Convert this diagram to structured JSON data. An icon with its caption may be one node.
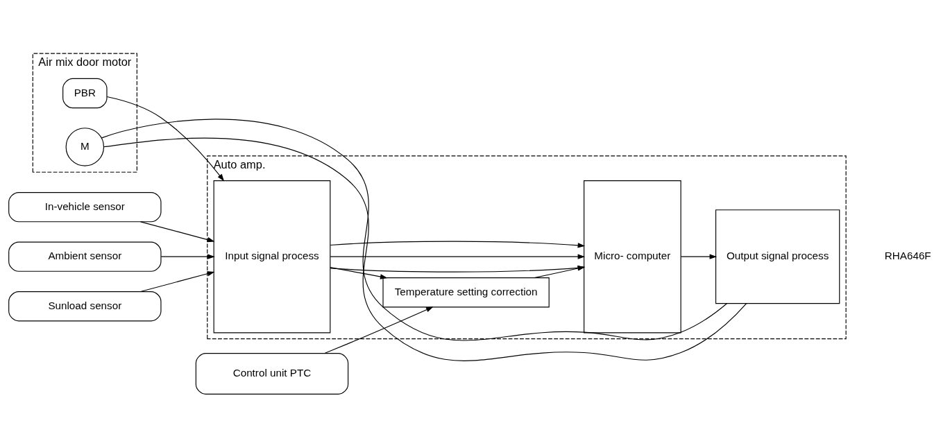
{
  "diagram": {
    "nodes": [
      {
        "text": [
          "Auto amp."
        ]
      },
      {
        "text": [
          "Input signal process"
        ],
        "in": 0
      },
      {
        "text": [
          "Micro- computer"
        ],
        "in": 0
      },
      {
        "text": [
          "Output signal process"
        ],
        "in": 0
      },
      {
        "text": [
          "Temperature setting correction"
        ],
        "in": 0
      },
      {
        "text": [
          "Air mix door motor"
        ]
      },
      {
        "text": [
          "PBR"
        ],
        "in": 5
      },
      {
        "text": [
          "M"
        ],
        "in": 5
      },
      {
        "text": [
          "In-vehicle sensor"
        ]
      },
      {
        "text": [
          "Ambient sensor"
        ]
      },
      {
        "text": [
          "Sunload sensor"
        ]
      },
      {
        "text": [
          "Control unit PTC"
        ]
      }
    ],
    "edges": [
      {
        "from": 6,
        "to": 1,
        "arrow": "to"
      },
      {
        "from": 8,
        "to": 1,
        "arrow": "to"
      },
      {
        "from": 9,
        "to": 1,
        "arrow": "to"
      },
      {
        "from": 10,
        "to": 1,
        "arrow": "to"
      },
      {
        "from": 1,
        "to": 2,
        "arrow": "to"
      },
      {
        "from": 1,
        "to": 2,
        "arrow": "to"
      },
      {
        "from": 1,
        "to": 2,
        "arrow": "to"
      },
      {
        "from": 1,
        "to": 4,
        "arrow": "to"
      },
      {
        "from": 11,
        "to": 4,
        "arrow": "to"
      },
      {
        "from": 4,
        "to": 2,
        "arrow": "to"
      },
      {
        "from": 2,
        "to": 3,
        "arrow": "to"
      },
      {
        "from": 3,
        "to": 7,
        "arrow": "none"
      },
      {
        "from": 3,
        "to": 7,
        "arrow": "none"
      }
    ],
    "labels": [
      "RHA646F"
    ]
  }
}
